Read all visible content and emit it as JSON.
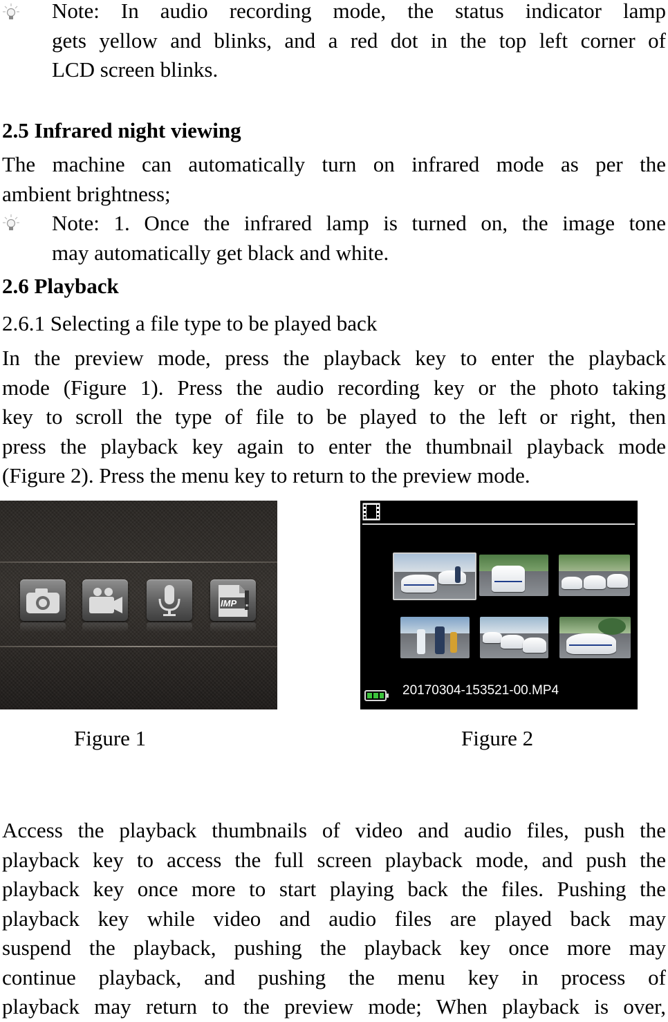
{
  "note1": {
    "icon": "lightbulb-icon",
    "lines": [
      "Note:  In audio recording mode, the status indicator lamp",
      "gets yellow and blinks, and a red dot in the top left corner of",
      "LCD screen blinks."
    ]
  },
  "section_2_5": {
    "heading": "2.5 Infrared night viewing",
    "lines": [
      "The machine can automatically turn on infrared mode as per the",
      "ambient brightness;"
    ]
  },
  "note2": {
    "icon": "lightbulb-icon",
    "lines": [
      "Note: 1. Once the infrared lamp is turned on, the image tone",
      "may automatically get black and white."
    ]
  },
  "section_2_6": {
    "heading": "2.6 Playback",
    "subheading": "2.6.1 Selecting a file type to be played back",
    "lines": [
      "In the preview mode, press the playback key to enter the playback",
      "mode (Figure 1). Press the audio recording key or the photo taking",
      "key to scroll the type of file to be played to the left or right, then",
      "press the playback key again to enter the thumbnail playback mode",
      "(Figure 2). Press the menu key to return to the preview mode."
    ]
  },
  "figure1": {
    "caption": "Figure 1",
    "icons": [
      "camera-icon",
      "video-camera-icon",
      "microphone-icon",
      "imp-file-icon"
    ],
    "imp_label": "IMP"
  },
  "figure2": {
    "caption": "Figure 2",
    "filename": "20170304-153521-00.MP4",
    "header_icon": "film-icon",
    "battery_icon": "battery-icon",
    "battery_color": "#3cc43c"
  },
  "closing": {
    "lines": [
      "Access the playback thumbnails of video and audio files, push the",
      "playback key to access the full screen playback mode, and push the",
      "playback key once more to start playing back the files. Pushing the",
      "playback key while video and audio files are played back may",
      "suspend the playback, pushing the playback key once more may",
      "continue playback, and pushing the menu key in process of",
      "playback may return to the preview mode; When playback is over,"
    ]
  }
}
